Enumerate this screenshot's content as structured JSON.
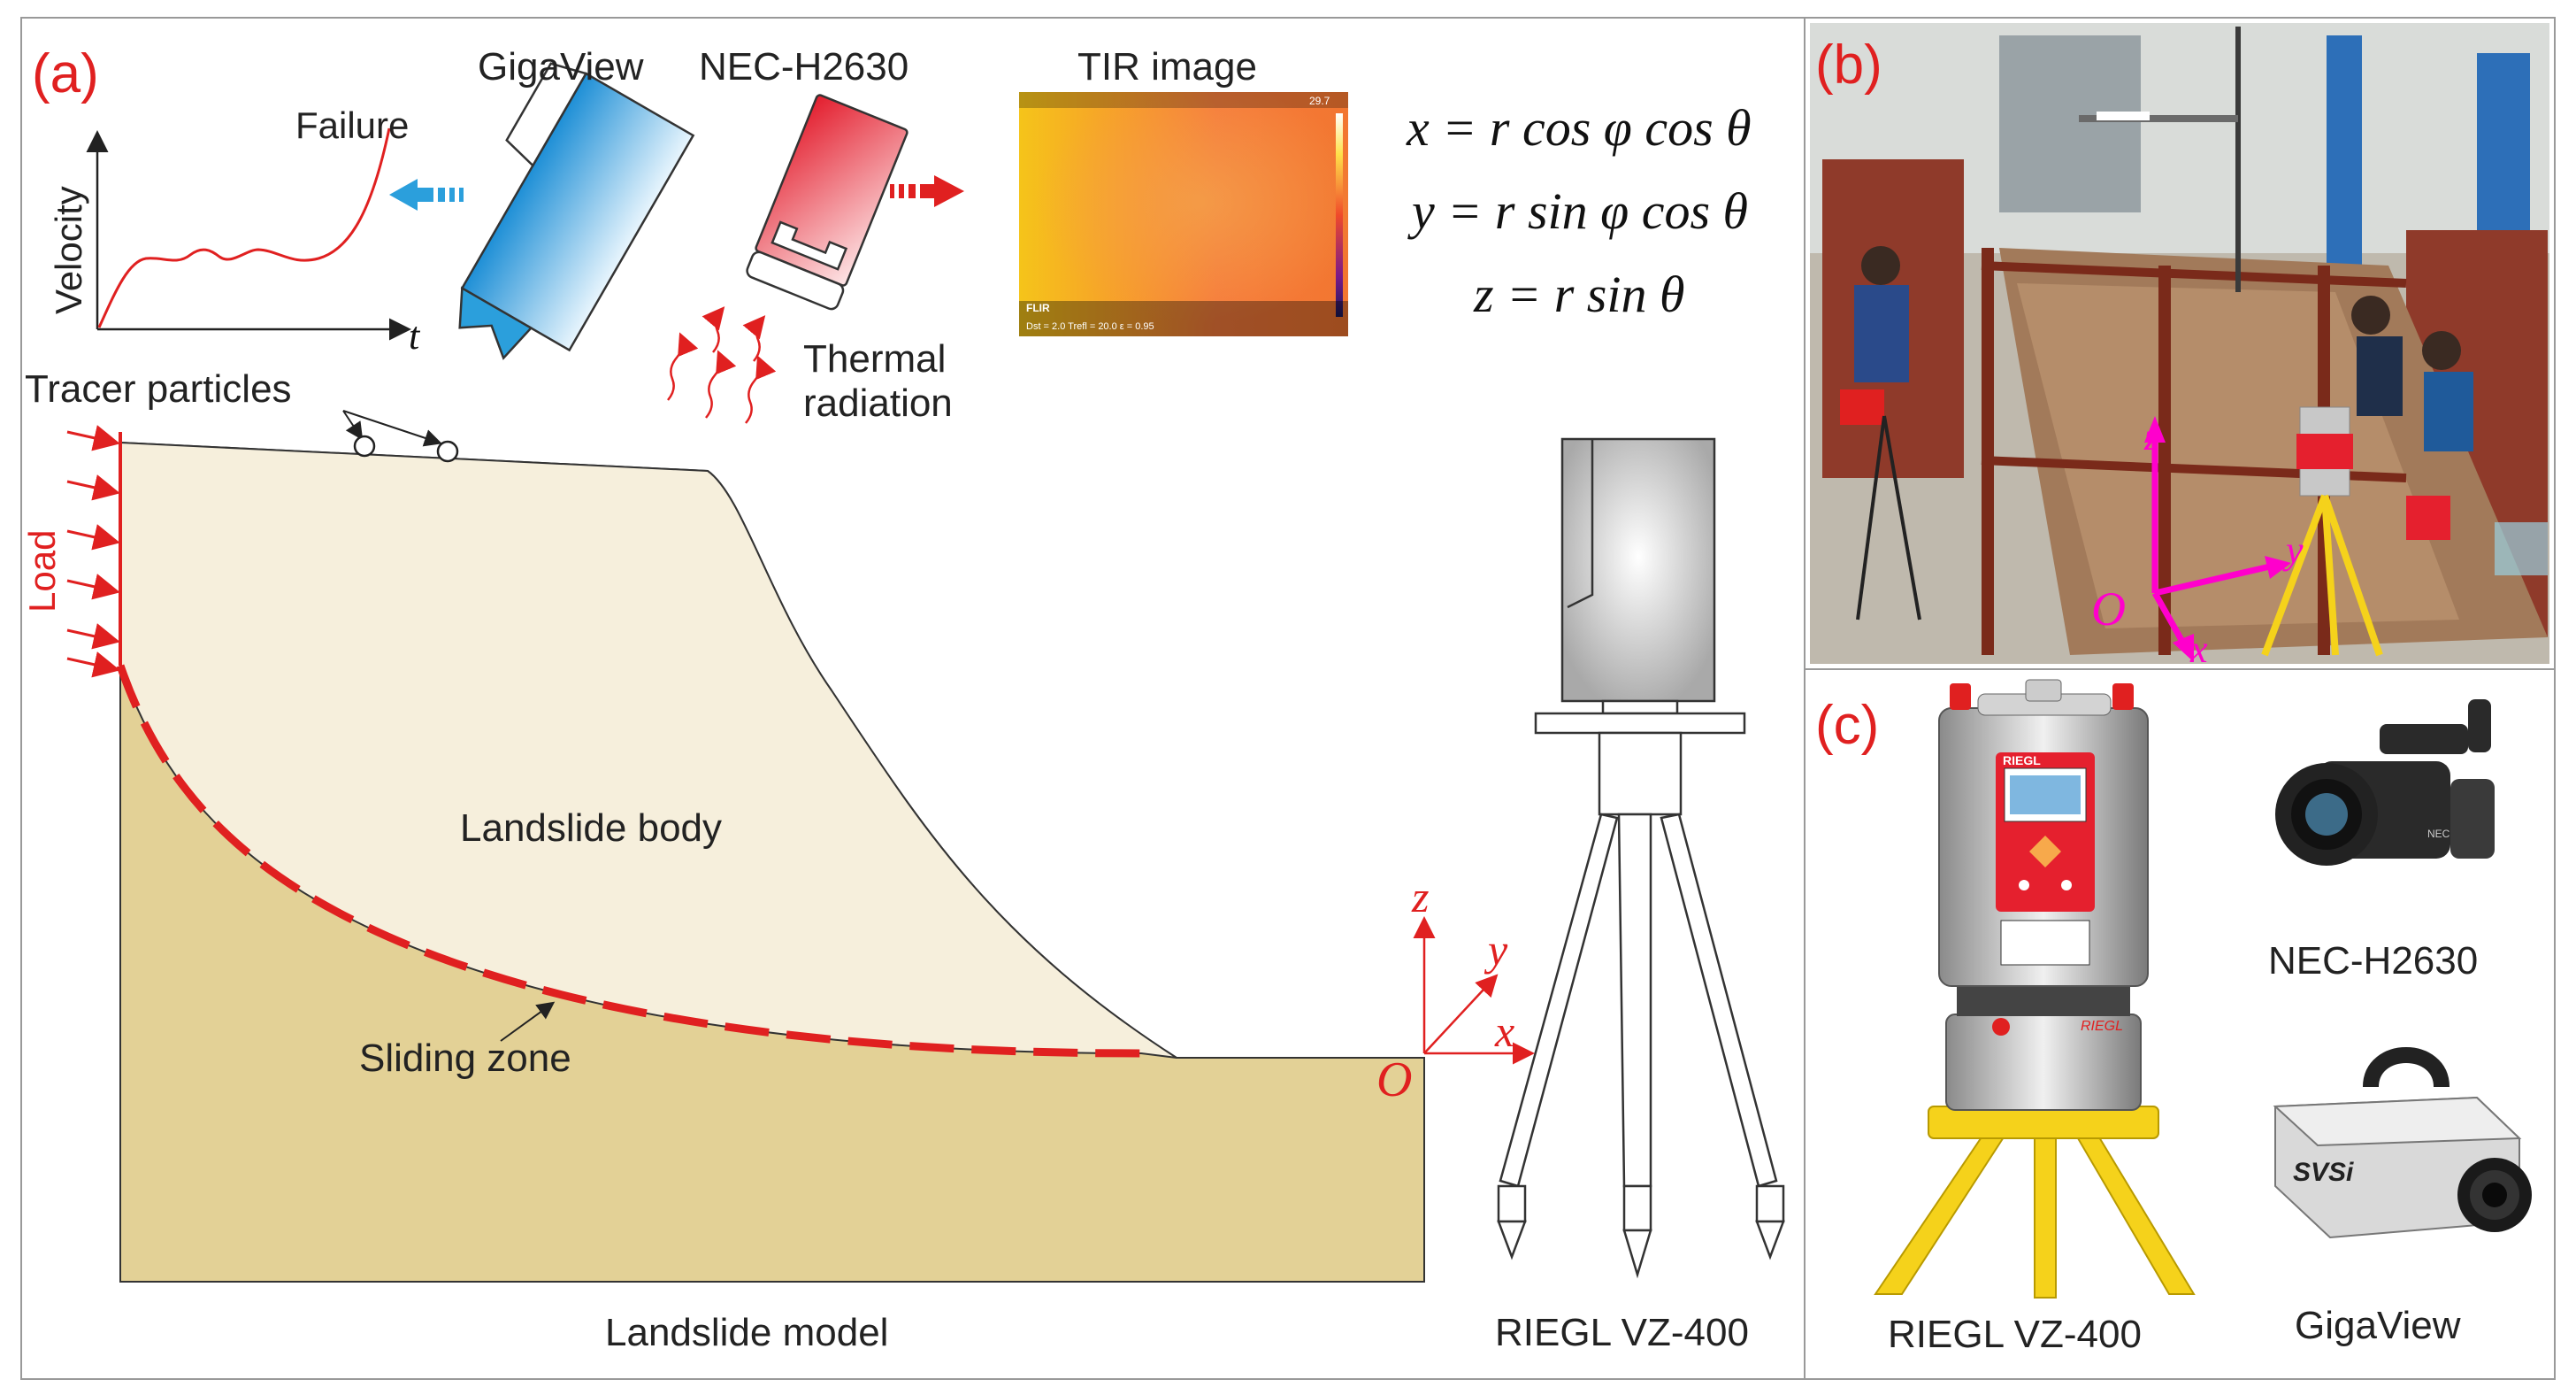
{
  "panels": {
    "a": {
      "tag": "(a)",
      "velocity_plot": {
        "ylabel": "Velocity",
        "xlabel": "t",
        "annotation": "Failure"
      },
      "devices": {
        "gigaview": "GigaView",
        "nec": "NEC-H2630"
      },
      "tir": {
        "title": "TIR image",
        "logo": "FLIR",
        "status": "Dst = 2.0  Trefl = 20.0  ε = 0.95",
        "max_reading": "29.7"
      },
      "thermal": {
        "line1": "Thermal",
        "line2": "radiation"
      },
      "equations": {
        "x": "x = r cos φ cos θ",
        "y": "y = r sin φ cos θ",
        "z": "z = r sin θ"
      },
      "tracer": "Tracer particles",
      "load": "Load",
      "body": "Landslide body",
      "zone": "Sliding zone",
      "model": "Landslide model",
      "axes": {
        "origin": "O",
        "x": "x",
        "y": "y",
        "z": "z"
      },
      "scanner": "RIEGL VZ-400"
    },
    "b": {
      "tag": "(b)",
      "axes": {
        "origin": "O",
        "x": "x",
        "y": "y",
        "z": "z"
      }
    },
    "c": {
      "tag": "(c)",
      "scanner": "RIEGL VZ-400",
      "nec": "NEC-H2630",
      "gigaview": "GigaView",
      "riegl_brand": "RIEGL",
      "svsi_brand": "SVSi"
    }
  },
  "colors": {
    "accent_red": "#e02020",
    "soil_light": "#f6efdc",
    "soil_dark": "#e3d196",
    "device_blue": "#2b9fdc",
    "device_red": "#e5202e",
    "tripod_yellow": "#f5d21b",
    "magenta": "#ff00cc"
  }
}
